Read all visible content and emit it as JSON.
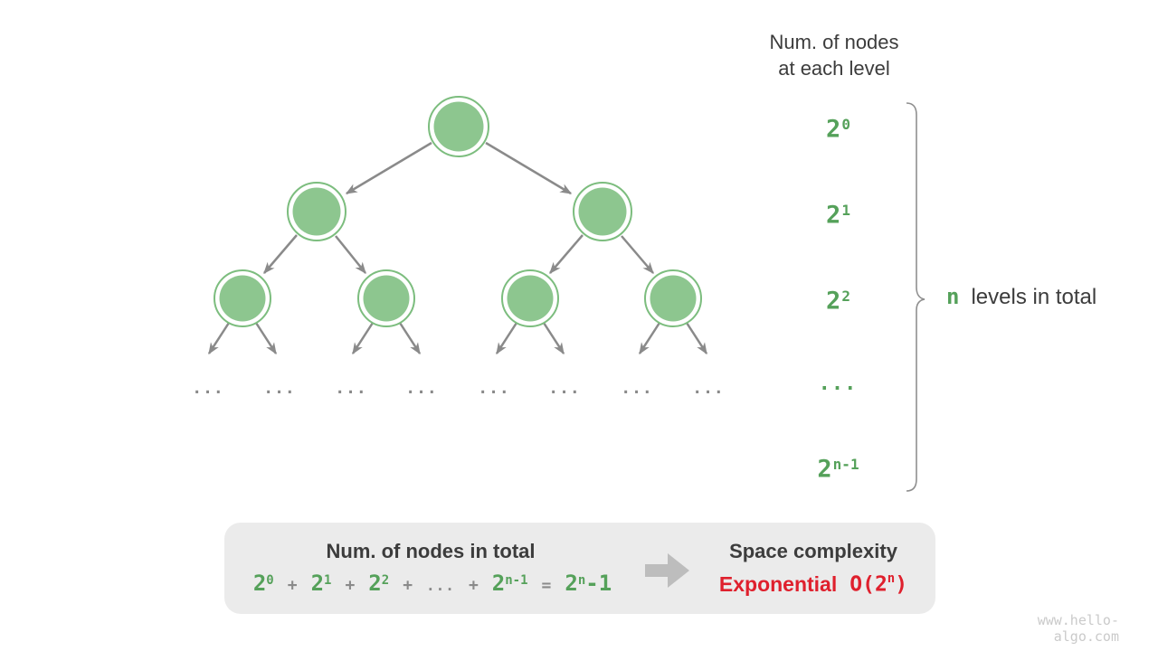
{
  "colors": {
    "dark-text": "#3c3c3c",
    "green-text": "#55a15a",
    "node-fill": "#8dc68f",
    "node-ring": "#7cbd7e",
    "line-gray": "#8a8a8a",
    "brace-gray": "#8f8f8f",
    "box-bg": "#ebebeb",
    "block-arrow": "#bdbdbd",
    "red-text": "#df202d",
    "watermark": "#cacaca"
  },
  "header": {
    "line1": "Num. of nodes",
    "line2": "at each level"
  },
  "levels": [
    {
      "base": "2",
      "exp": "0"
    },
    {
      "base": "2",
      "exp": "1"
    },
    {
      "base": "2",
      "exp": "2"
    },
    {
      "dots": "..."
    },
    {
      "base": "2",
      "exp": "n-1"
    }
  ],
  "brace_label": {
    "n": "n",
    "text": "levels in total"
  },
  "tree": {
    "ellipsis": "..."
  },
  "box": {
    "left_title": "Num. of nodes in total",
    "formula": [
      {
        "t": "2",
        "s": "0"
      },
      {
        "t": "+"
      },
      {
        "t": "2",
        "s": "1"
      },
      {
        "t": "+"
      },
      {
        "t": "2",
        "s": "2"
      },
      {
        "t": "+"
      },
      {
        "t": "..."
      },
      {
        "t": "+"
      },
      {
        "t": "2",
        "s": "n-1"
      },
      {
        "t": "="
      },
      {
        "t": "2",
        "s": "n",
        "tail": "-1"
      }
    ],
    "right_title": "Space complexity",
    "complexity": {
      "name": "Exponential",
      "o_pre": "O(2",
      "o_sup": "n",
      "o_post": ")"
    }
  },
  "watermark": "www.hello-algo.com"
}
